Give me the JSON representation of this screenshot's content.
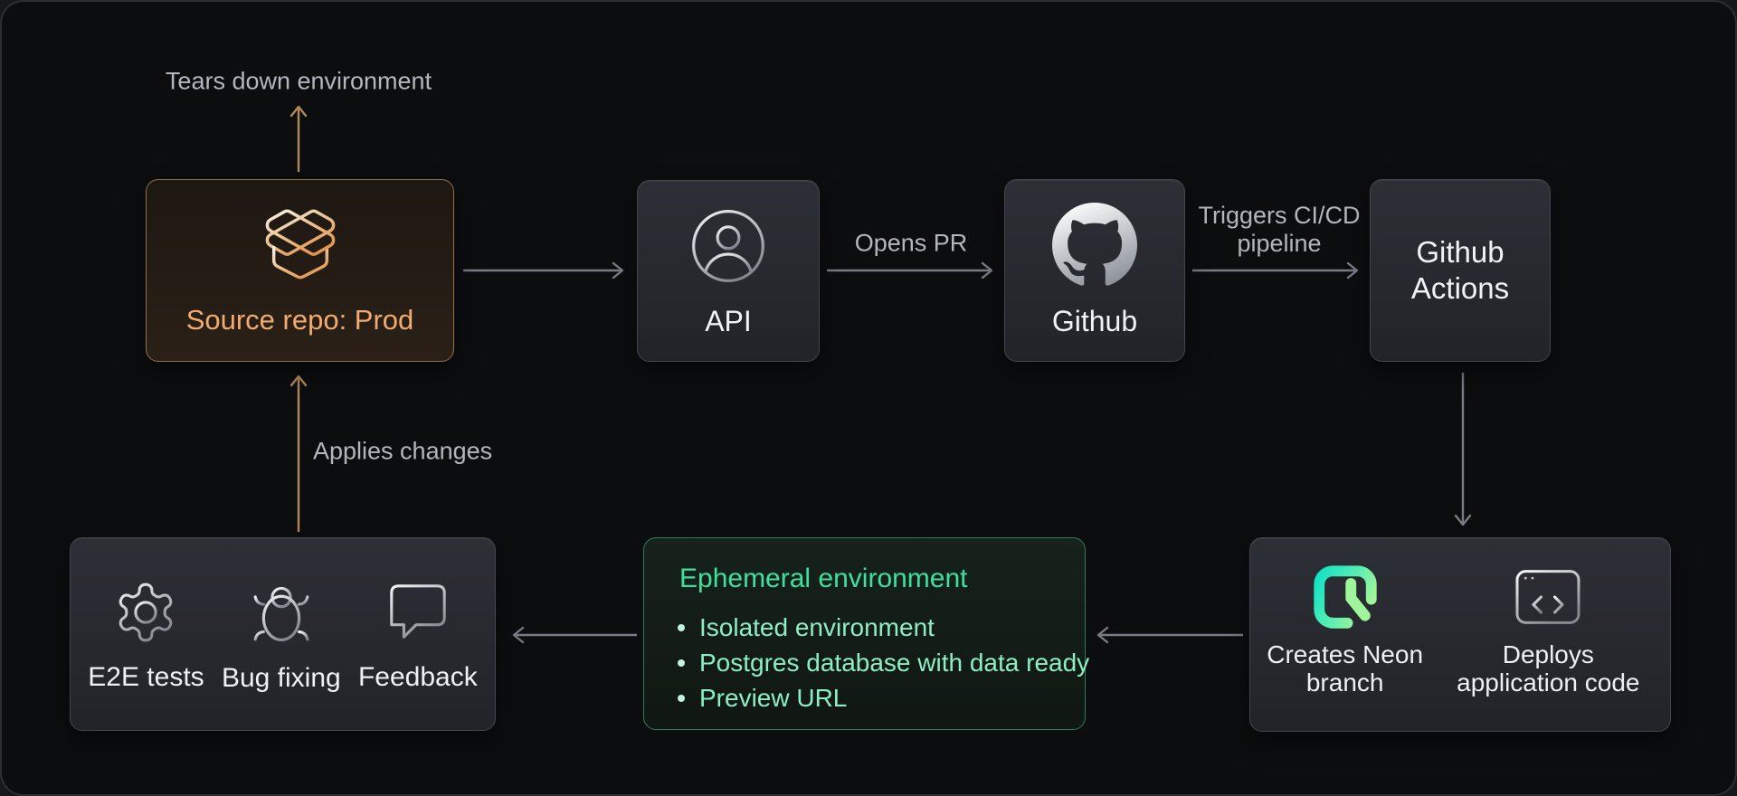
{
  "colors": {
    "canvas_bg": "#0c0d0f",
    "canvas_border": "#2c2e32",
    "node_bg": "#2c2f35",
    "node_border": "#41454c",
    "node_text": "#f0f2f4",
    "muted_label": "#b2b7bf",
    "arrow_gray": "#787d85",
    "arrow_amber": "#b28a58",
    "source_border": "#93704a",
    "source_text": "#f2ab6e",
    "ephemeral_border": "#2f7d5b",
    "ephemeral_title": "#3fe09e",
    "ephemeral_text": "#8deec3",
    "neon_cyan": "#12e1c6",
    "neon_green": "#9ff59a",
    "icon_silver": "#c6c9ce"
  },
  "nodes": {
    "source_repo": {
      "label": "Source repo: Prod",
      "icon": "package-open-icon"
    },
    "api": {
      "label": "API",
      "icon": "user-circle-icon"
    },
    "github": {
      "label": "Github",
      "icon": "github-icon"
    },
    "github_actions": {
      "label": "Github Actions"
    },
    "feedback_loop": {
      "items": [
        {
          "label": "E2E tests",
          "icon": "gear-icon"
        },
        {
          "label": "Bug fixing",
          "icon": "bug-icon"
        },
        {
          "label": "Feedback",
          "icon": "chat-bubble-icon"
        }
      ]
    },
    "ephemeral_environment": {
      "title": "Ephemeral environment",
      "bullets": [
        "Isolated environment",
        "Postgres database with data ready",
        "Preview URL"
      ]
    },
    "neon_deploy": {
      "items": [
        {
          "label": "Creates Neon branch",
          "icon": "neon-logo-icon"
        },
        {
          "label": "Deploys application code",
          "icon": "browser-code-icon"
        }
      ]
    }
  },
  "edge_labels": {
    "tears_down": "Tears down environment",
    "opens_pr": "Opens PR",
    "triggers_cicd": "Triggers CI/CD pipeline",
    "applies_changes": "Applies changes"
  }
}
